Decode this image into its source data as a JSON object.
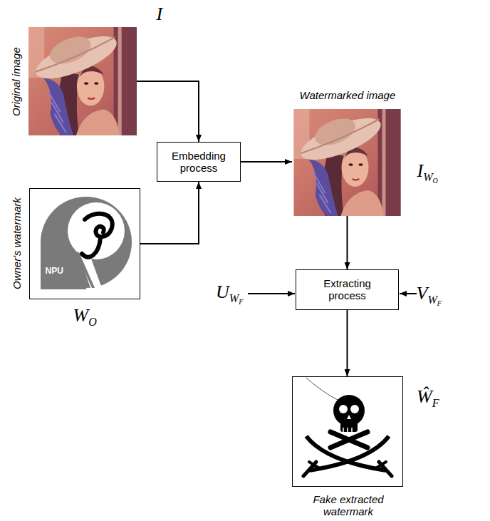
{
  "diagram": {
    "nodes": [
      {
        "text": [
          "I",
          "Original image"
        ]
      },
      {
        "text": [
          "Owner's watermark",
          "WO"
        ]
      },
      {
        "text": [
          "Embedding process"
        ]
      },
      {
        "text": [
          "Watermarked image",
          "IWO"
        ]
      },
      {
        "text": [
          "Extracting process"
        ]
      },
      {
        "text": [
          "ŴF",
          "Fake extracted watermark"
        ]
      }
    ],
    "edges": [
      {
        "from": 0,
        "to": 2,
        "arrow": "to"
      },
      {
        "from": 1,
        "to": 2,
        "arrow": "to"
      },
      {
        "from": 2,
        "to": 3,
        "arrow": "to"
      },
      {
        "from": 3,
        "to": 4,
        "arrow": "to"
      },
      {
        "from": 4,
        "to": 5,
        "arrow": "to"
      }
    ],
    "labels": [
      "NPU",
      "UWF",
      "VWF"
    ]
  }
}
